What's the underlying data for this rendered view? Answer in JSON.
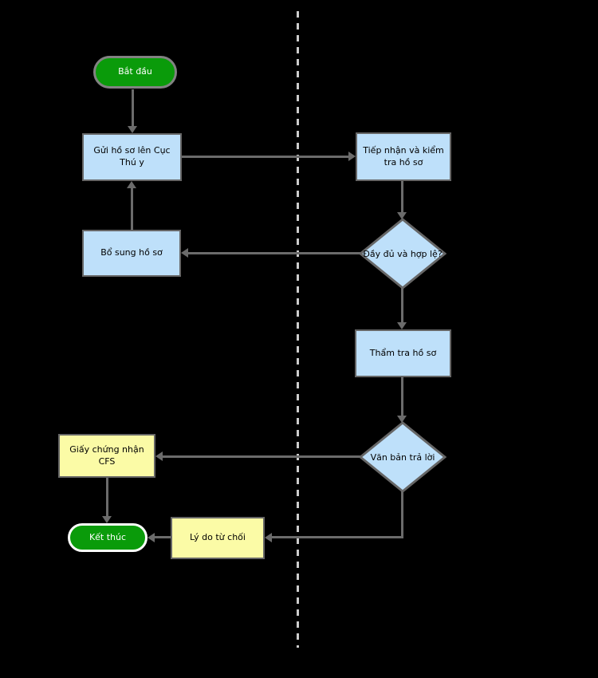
{
  "title": "CFS certificate application flowchart",
  "colors": {
    "background": "#000000",
    "divider": "#cccccc",
    "terminal_fill": "#0a9b0a",
    "process_fill": "#bee0fa",
    "artifact_fill": "#fbfba6",
    "border_gray": "#666666",
    "arrow_gray": "#6b6b6b"
  },
  "lanes": {
    "divider_style": "vertical dashed line",
    "count": 2
  },
  "nodes": {
    "start": {
      "type": "terminator",
      "label": "Bắt đầu"
    },
    "submit": {
      "type": "process",
      "label": "Gửi hồ sơ lên Cục Thú y"
    },
    "supplement": {
      "type": "process",
      "label": "Bổ sung hồ sơ"
    },
    "receive": {
      "type": "process",
      "label": "Tiếp nhận và kiểm tra hồ sơ"
    },
    "valid_check": {
      "type": "decision",
      "label": "Đầy đủ và hợp lệ?"
    },
    "review": {
      "type": "process",
      "label": "Thẩm tra hồ sơ"
    },
    "reply": {
      "type": "decision",
      "label": "Văn bản trả lời"
    },
    "certificate": {
      "type": "artifact",
      "label": "Giấy chứng nhận CFS"
    },
    "rejection": {
      "type": "artifact",
      "label": "Lý do từ chối"
    },
    "end": {
      "type": "terminator",
      "label": "Kết thúc"
    }
  },
  "edges": [
    {
      "from": "start",
      "to": "submit"
    },
    {
      "from": "submit",
      "to": "receive"
    },
    {
      "from": "receive",
      "to": "valid_check"
    },
    {
      "from": "valid_check",
      "to": "supplement"
    },
    {
      "from": "supplement",
      "to": "submit"
    },
    {
      "from": "valid_check",
      "to": "review"
    },
    {
      "from": "review",
      "to": "reply"
    },
    {
      "from": "reply",
      "to": "certificate"
    },
    {
      "from": "reply",
      "to": "rejection"
    },
    {
      "from": "certificate",
      "to": "end"
    },
    {
      "from": "rejection",
      "to": "end"
    }
  ]
}
